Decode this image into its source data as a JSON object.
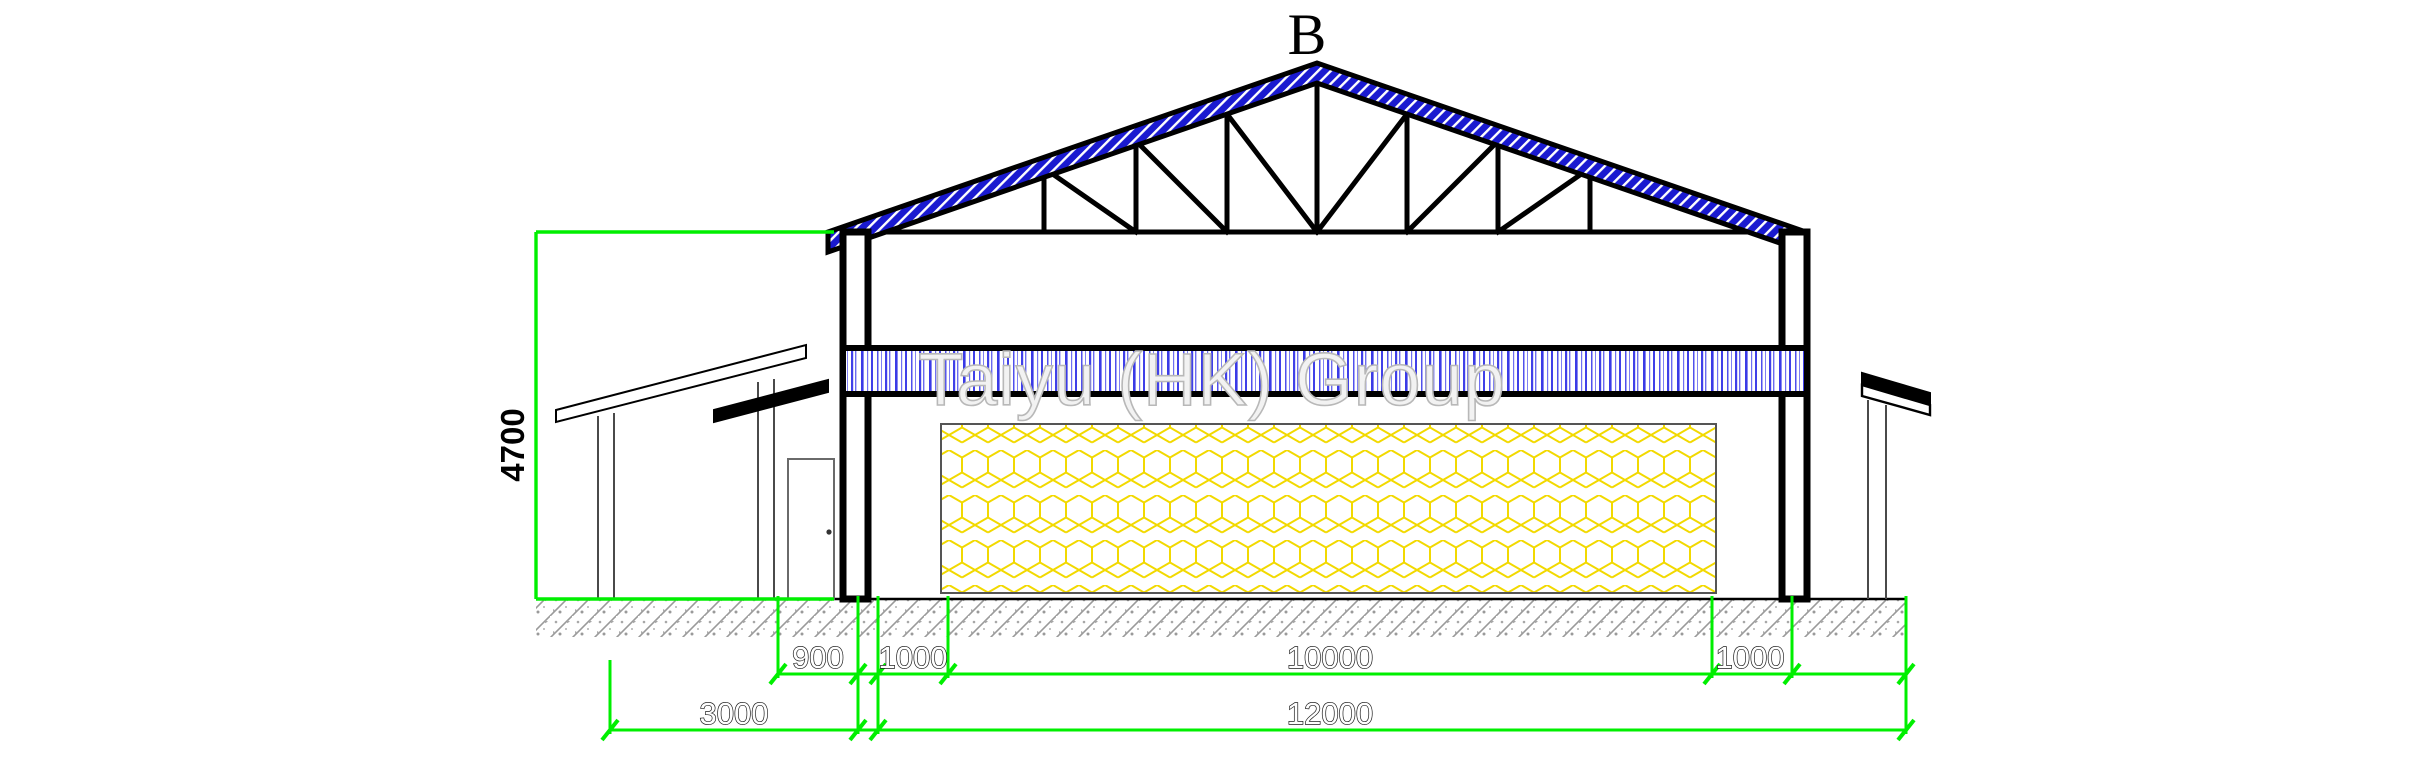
{
  "drawing": {
    "elevation_label": "B",
    "watermark": "Taiyu (HK) Group",
    "colors": {
      "roof_panel": "#1a1ad0",
      "wall_panel": "#4040e8",
      "mesh": "#f2d900",
      "dimension": "#00ef00",
      "outline": "#000000",
      "ground_hatch": "#9a9a9a",
      "watermark": "#f2f2f2"
    },
    "vertical_dimensions": [
      {
        "name": "eave-height",
        "value": "4700",
        "unit": "mm"
      }
    ],
    "horizontal_dimensions_upper": [
      {
        "name": "lean-to-overhang",
        "value": "900"
      },
      {
        "name": "left-bay",
        "value": "1000"
      },
      {
        "name": "main-span",
        "value": "10000"
      },
      {
        "name": "right-bay",
        "value": "1000"
      }
    ],
    "horizontal_dimensions_lower": [
      {
        "name": "lean-to-width",
        "value": "3000"
      },
      {
        "name": "overall-width",
        "value": "12000"
      }
    ]
  }
}
